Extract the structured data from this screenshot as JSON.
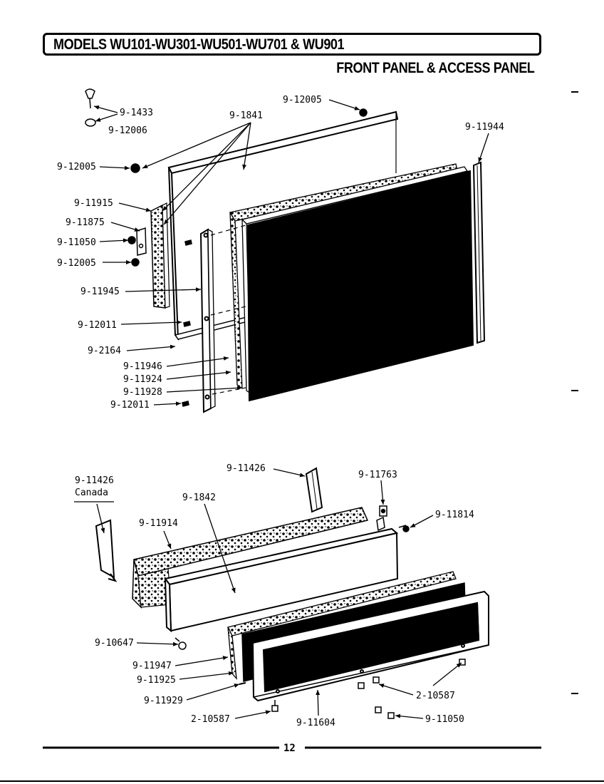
{
  "header": {
    "models_title": "MODELS WU101-WU301-WU501-WU701 & WU901",
    "section_title": "FRONT PANEL & ACCESS PANEL"
  },
  "labels": {
    "l_1433": "9-1433",
    "l_12006": "9-12006",
    "l_12005_top": "9-12005",
    "l_1841": "9-1841",
    "l_11944": "9-11944",
    "l_12005_a": "9-12005",
    "l_11915": "9-11915",
    "l_11875": "9-11875",
    "l_11050_a": "9-11050",
    "l_12005_b": "9-12005",
    "l_11945": "9-11945",
    "l_12011_a": "9-12011",
    "l_2164": "9-2164",
    "l_11946": "9-11946",
    "l_11924": "9-11924",
    "l_11928": "9-11928",
    "l_12011_b": "9-12011",
    "l_11426_top": "9-11426",
    "l_11426_canada_num": "9-11426",
    "l_canada": "Canada",
    "l_11763": "9-11763",
    "l_1842": "9-1842",
    "l_11814": "9-11814",
    "l_11914": "9-11914",
    "l_10647": "9-10647",
    "l_11947": "9-11947",
    "l_11925": "9-11925",
    "l_11929": "9-11929",
    "l_10587_a": "2-10587",
    "l_10587_b": "2-10587",
    "l_11604": "9-11604",
    "l_11050_b": "9-11050"
  },
  "footer": {
    "page_number": "12"
  }
}
